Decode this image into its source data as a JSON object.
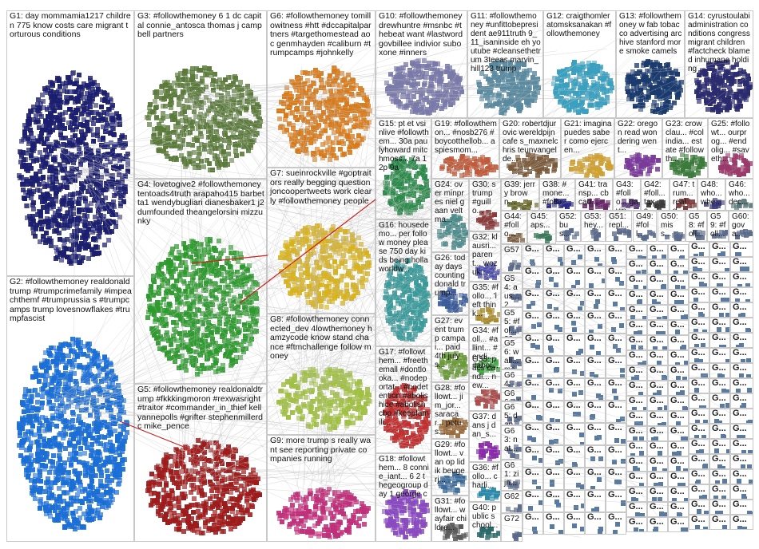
{
  "groups": [
    {
      "id": "G1",
      "label": "G1: day mommamia1217 children 775 know costs care migrant torturous conditions",
      "color": "#1b1e6e"
    },
    {
      "id": "G2",
      "label": "G2: #followthemoney realdonaldtrump #trumpcrimefamily #impeachthemf #trumprussia s #trumpcamps trump lovesnowflakes #trumpfascist",
      "color": "#1a6ed6"
    },
    {
      "id": "G3",
      "label": "G3: #followthemoney 6 1 dc capital connie_antosca thomas j campbell partners",
      "color": "#5a7a3a"
    },
    {
      "id": "G4",
      "label": "G4: lovetogive2 #followthemoney tentoads4truth arapaho415 barbetta1 wendybugliari dianesbaker1 j2dumfounded theangelorsini mizzunky",
      "color": "#2d9a2d"
    },
    {
      "id": "G5",
      "label": "G5: #followthemoney realdonaldtrump #fkkkingmoron #rexwasright #traitor #commander_in_thief kellyannepolls #grifter stephenmillerdc mike_pence",
      "color": "#9e1b1b"
    },
    {
      "id": "G6",
      "label": "G6: #followthemoney tomillowitness #htt #dccapitalpartners #targethomestead aoc genmhayden #caliburn #trumpcamps #johnkelly",
      "color": "#d97a1a"
    },
    {
      "id": "G7",
      "label": "G7: sueinrockville #goptraitors really begging question joncoopertweets work clearly #followthemoney people",
      "color": "#d9b21a"
    },
    {
      "id": "G8",
      "label": "G8: #followthemoney connected_dev 4lowthemoney hamzycode know stand chance #ftmchallenge follow money",
      "color": "#a0c040"
    },
    {
      "id": "G9",
      "label": "G9: more trump s really want see reporting private companies running",
      "color": "#c0307a"
    },
    {
      "id": "G10",
      "label": "G10: #followthemoney drewhuntre #msnbc #thebeat want #lastword govbillee indivior suboxone #inners",
      "color": "#7a7aaa"
    },
    {
      "id": "G11",
      "label": "G11: #followthemoney #unfittobepresident ae911truth 9_11_isaninside eh youtube #cleansethetrum 3teeas marvin_hill123 trump",
      "color": "#5a8aa0"
    },
    {
      "id": "G12",
      "label": "G12: craigthomler atomsksanakan #followthemoney",
      "color": "#3aa0c0"
    },
    {
      "id": "G13",
      "label": "G13: #followthemoney w fab tobacco advertising archive stanford more smoke camels",
      "color": "#1a3a6e"
    },
    {
      "id": "G14",
      "label": "G14: cyrustoulabi administration conditions congress migrant children #factcheck blamed inhumane holding",
      "color": "#2a2a6e"
    },
    {
      "id": "G15",
      "label": "G15: pt et vsinlive #followthem... 30a paulyhoward mitchmoss... 7a 12p 9a",
      "color": "#2a8a4a"
    },
    {
      "id": "G16",
      "label": "G16: housedemo... per follow money please 750 day kids being hollaworldw...",
      "color": "#3a9a9a"
    },
    {
      "id": "G17",
      "label": "G17: #followthem... #freethemall #dontlooka... #nodeportat... #nodetention #abolishice #abolishcbp #keepfamili...",
      "color": "#c03030"
    },
    {
      "id": "G18",
      "label": "G18: #followthem... 8 connie_iant... 6 2 thegeogroup day 1 george c",
      "color": "#8a4ac0"
    },
    {
      "id": "G19",
      "label": "G19: #followthemon... #nosb276 #boycotthellob... aspiesmom...",
      "color": "#c05a3a"
    },
    {
      "id": "G20",
      "label": "G20: robertdjurovic wereldpijncafe s_maxnelchris teunvangelde...",
      "color": "#7a5a3a"
    },
    {
      "id": "G21",
      "label": "G21: imagina puedes saber como ejercen...",
      "color": "#d0a030"
    },
    {
      "id": "G22",
      "label": "G22: oregon read wondering went...",
      "color": "#7a3a9a"
    },
    {
      "id": "G23",
      "label": "G23: crowclau... #colindia... estate #followth...",
      "color": "#3a7a3a"
    },
    {
      "id": "G24",
      "label": "G24: over minpres niel gaan veltma...",
      "color": "#4a8a8a"
    },
    {
      "id": "G25",
      "label": "G25: #followt... ourprog... #endolig... #saveth...",
      "color": "#9a3a6a"
    },
    {
      "id": "G26",
      "label": "G26: today days counting donald trump...",
      "color": "#3a5a9a"
    },
    {
      "id": "G27",
      "label": "G27: event trump campai... paid 4th july s...",
      "color": "#6a9a3a"
    },
    {
      "id": "G28",
      "label": "G28: #followt... jim_jor... saracar... potus...",
      "color": "#9a6a3a"
    },
    {
      "id": "G29",
      "label": "G29: #followt... van op lid ik beugerj...",
      "color": "#3a6a9a"
    },
    {
      "id": "G30",
      "label": "G30: s trump #guillo...",
      "color": "#8a3a3a"
    },
    {
      "id": "G31",
      "label": "G31: #followt... wayfair childre...",
      "color": "#5a5a5a"
    },
    {
      "id": "G32",
      "label": "G32: klausri... parent... wozuk...",
      "color": "#4a4aaa"
    },
    {
      "id": "G33",
      "label": "G33: pacs candi... new...",
      "color": "#aa4a4a"
    },
    {
      "id": "G34",
      "label": "G34: #foll... #allint... #endi... #abol...",
      "color": "#4aaa4a"
    },
    {
      "id": "G35",
      "label": "G35: #follo... 'left think...",
      "color": "#aa8a2a"
    },
    {
      "id": "G36",
      "label": "G36: #follo... charli...",
      "color": "#2a8aaa"
    },
    {
      "id": "G37",
      "label": "G37: dans j dan_s...",
      "color": "#8a2aaa"
    },
    {
      "id": "G38",
      "label": "G38: #mone... #follo...",
      "color": "#2a2a8a"
    },
    {
      "id": "G39",
      "label": "G39: jerry brown...",
      "color": "#6a6a2a"
    },
    {
      "id": "G40",
      "label": "G40: public school...",
      "color": "#2a6a6a"
    },
    {
      "id": "G41",
      "label": "G41: transp... cbcad...",
      "color": "#6a2a6a"
    },
    {
      "id": "G42",
      "label": "G42: #foll... tax s...",
      "color": "#3a3a3a"
    },
    {
      "id": "G43",
      "label": "G43: #follo... gavin...",
      "color": "#5a3a7a"
    },
    {
      "id": "G44",
      "label": "G44: #follo...",
      "color": "#7a5a3a"
    },
    {
      "id": "G45",
      "label": "G45: aps...",
      "color": "#3a7a5a"
    },
    {
      "id": "G46",
      "label": "G46: who... dec...",
      "color": "#5a7a7a"
    },
    {
      "id": "G47",
      "label": "G47: trum... reald...",
      "color": "#7a3a3a"
    },
    {
      "id": "G48",
      "label": "G48: who... whe...",
      "color": "#3a3a7a"
    }
  ],
  "small_groups": [
    "G49: #foll...",
    "G50: miss...",
    "G51: repl...",
    "G52: bus...",
    "G53: hey...",
    "G54: aus... 2...",
    "G55: #fol... 20...",
    "G56: wall... mar...",
    "G57",
    "G58: #foll...",
    "G59: #foll...",
    "G60: gova...",
    "G61: zijn...",
    "G62",
    "G63: nat...",
    "G64: s...",
    "G65: dan...",
    "G66: still...",
    "G72"
  ],
  "tiny_label": "G..."
}
